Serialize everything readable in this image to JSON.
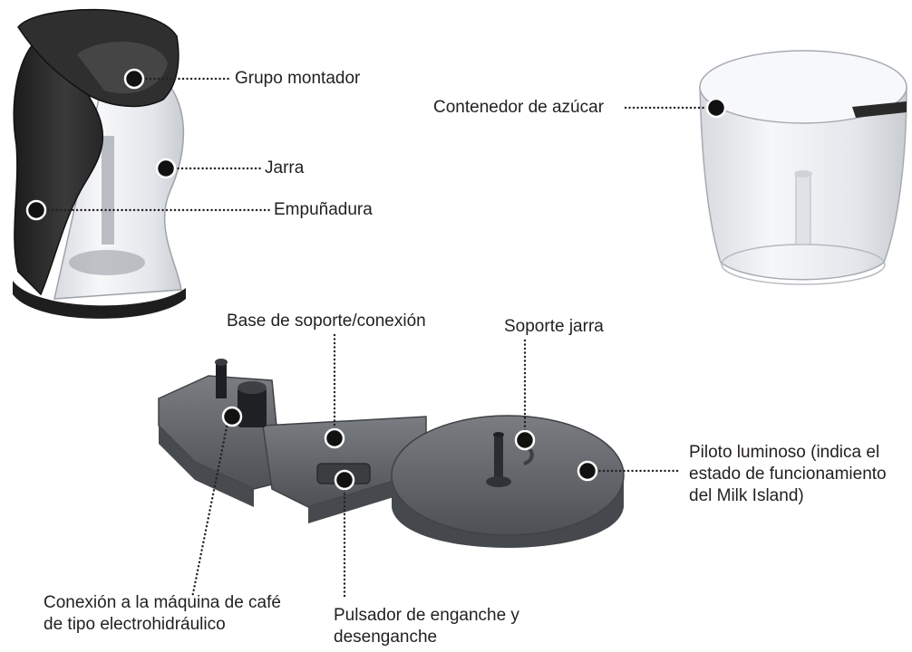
{
  "labels": {
    "grupo_montador": "Grupo montador",
    "jarra": "Jarra",
    "empunadura": "Empuñadura",
    "contenedor_azucar": "Contenedor de azúcar",
    "base_soporte": "Base de soporte/conexión",
    "soporte_jarra": "Soporte jarra",
    "piloto_luminoso": "Piloto luminoso (indica el estado de funcionamiento del Milk Island)",
    "conexion_maquina": "Conexión a la máquina de café de tipo electrohidráulico",
    "pulsador": "Pulsador de enganche y desenganche"
  },
  "colors": {
    "text": "#231f20",
    "marker": "#111111",
    "pitcher_body": "#2b2b2b",
    "base_grey": "#5f6266",
    "clear_plastic": "#eef0f3"
  }
}
